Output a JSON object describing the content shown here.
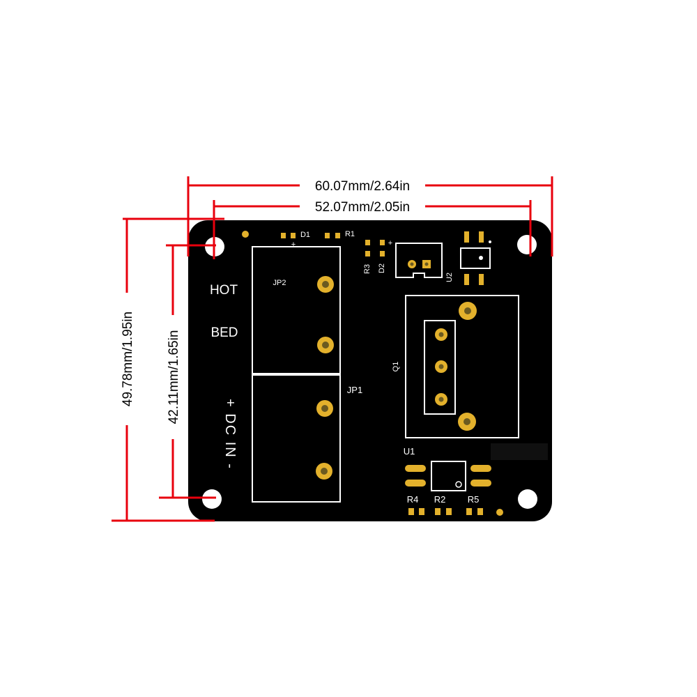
{
  "dimensions": {
    "outer_width": "60.07mm/2.64in",
    "hole_width": "52.07mm/2.05in",
    "outer_height": "49.78mm/1.95in",
    "hole_height": "42.11mm/1.65in"
  },
  "board": {
    "labels": {
      "hot": "HOT",
      "bed": "BED",
      "dc_in": "+ DC IN -",
      "jp1": "JP1",
      "jp2": "JP2",
      "q1": "Q1",
      "u1": "U1",
      "u2": "U2",
      "d1": "D1",
      "d2": "D2",
      "r1": "R1",
      "r2": "R2",
      "r3": "R3",
      "r4": "R4",
      "r5": "R5",
      "d1_plus": "+",
      "d2_plus": "+"
    }
  },
  "colors": {
    "dimension_line": "#e8000d",
    "board": "#000000",
    "silkscreen": "#ffffff",
    "pad": "#e3b12c"
  }
}
